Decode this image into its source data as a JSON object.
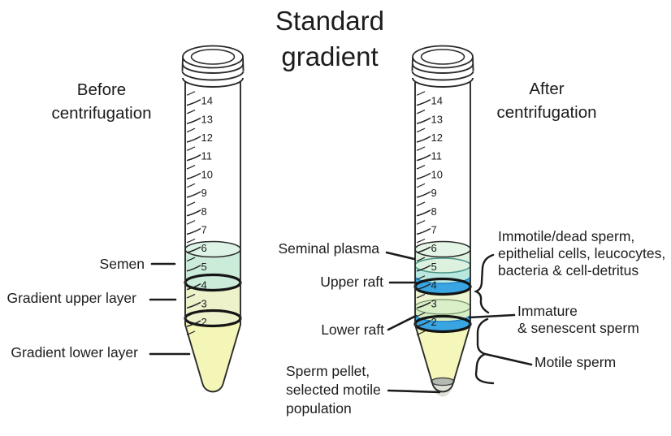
{
  "title": {
    "line1": "Standard",
    "line2": "gradient"
  },
  "before": {
    "heading_line1": "Before",
    "heading_line2": "centrifugation",
    "labels": {
      "semen": "Semen",
      "gradient_upper": "Gradient upper layer",
      "gradient_lower": "Gradient lower layer"
    }
  },
  "after": {
    "heading_line1": "After",
    "heading_line2": "centrifugation",
    "labels": {
      "seminal_plasma": "Seminal plasma",
      "upper_raft": "Upper raft",
      "lower_raft": "Lower raft",
      "sperm_pellet_line1": "Sperm pellet,",
      "sperm_pellet_line2": "selected motile",
      "sperm_pellet_line3": "population",
      "immotile_line1": "Immotile/dead sperm,",
      "immotile_line2": "epithelial cells, leucocytes,",
      "immotile_line3": "bacteria & cell-detritus",
      "immature_line1": "Immature",
      "immature_line2": "& senescent sperm",
      "motile": "Motile sperm"
    }
  },
  "scale": {
    "major_ticks": [
      "14",
      "13",
      "12",
      "11",
      "10",
      "9",
      "8",
      "7",
      "6",
      "5",
      "4",
      "3",
      "2"
    ]
  },
  "colors": {
    "semen_layer": "#cbecd9",
    "semen_surface": "#dcf3e5",
    "gradient_upper": "#edf2cb",
    "gradient_lower": "#f4f6b7",
    "seminal_plasma": "#dcf2de",
    "seminal_surface": "#e4f5e6",
    "cyan_layer": "#b9e8e0",
    "cyan_surface": "#c9ede5",
    "raft_blue": "#3aa5e3",
    "yellow_green": "#eef3d1",
    "green_layer": "#d8edc5",
    "green_surface": "#daeec8",
    "tube_yellow": "#f5f7ba",
    "pellet_top": "#b4bab1",
    "pellet_body": "#dde2d9",
    "outline": "#2b2b2b",
    "text": "#1c1c1c"
  }
}
